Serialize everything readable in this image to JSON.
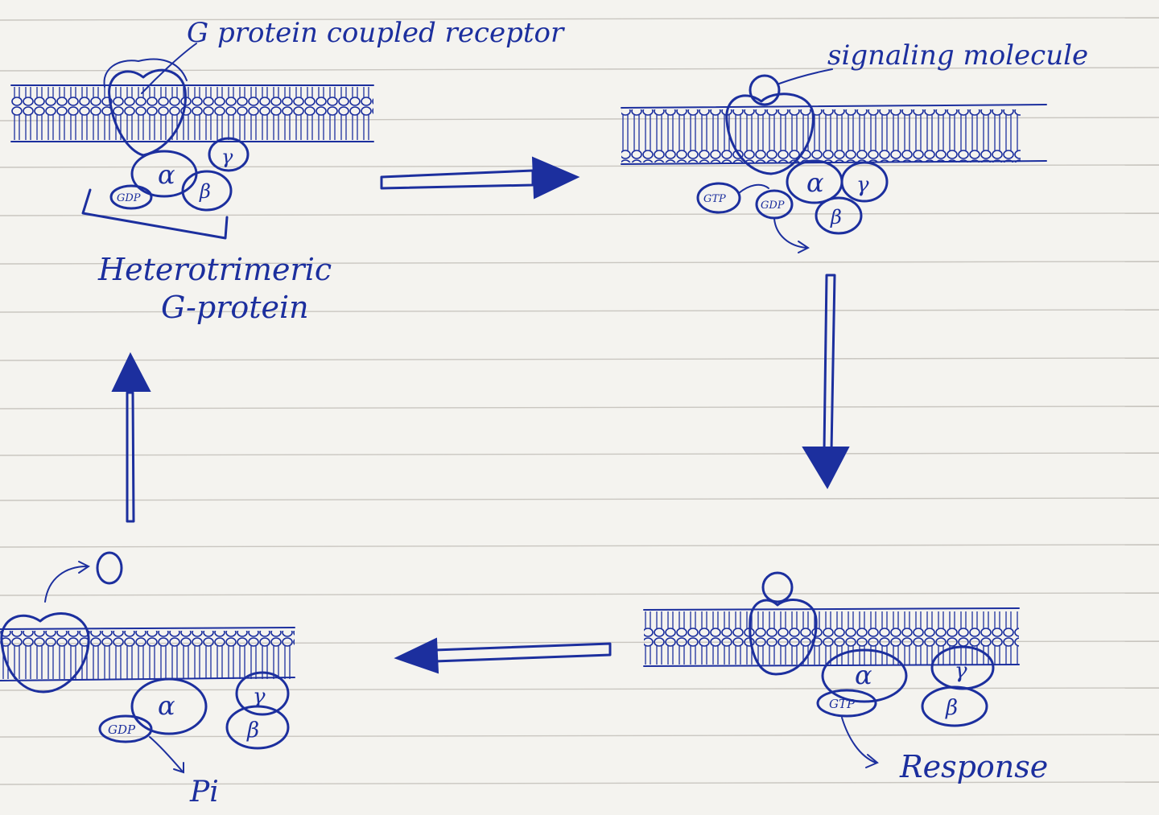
{
  "labels": {
    "gpcr": "G protein coupled receptor",
    "signaling_molecule": "signaling molecule",
    "heterotrimeric_line1": "Heterotrimeric",
    "heterotrimeric_line2": "G-protein",
    "response": "Response",
    "pi": "Pi"
  },
  "subunits": {
    "alpha": "α",
    "beta": "β",
    "gamma": "γ"
  },
  "nucleotides": {
    "gdp": "GDP",
    "gtp": "GTP"
  },
  "colors": {
    "ink": "#1c2f9e",
    "paper": "#f4f3ef",
    "rule": "#c9c6c0"
  }
}
